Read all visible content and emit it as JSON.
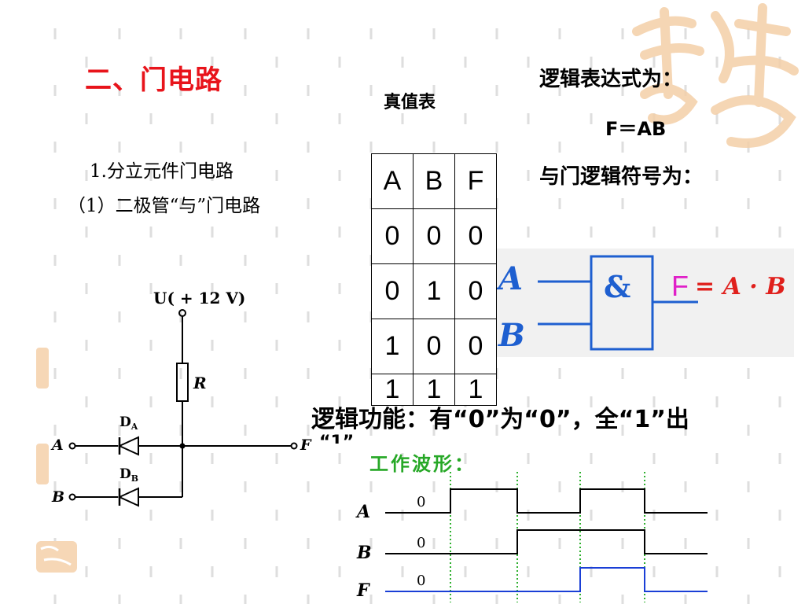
{
  "slide": {
    "title": "二、门电路",
    "subheading_1": "1.分立元件门电路",
    "subheading_2": "（1）二极管“与”门电路"
  },
  "truth_table": {
    "title": "真值表",
    "headers": [
      "A",
      "B",
      "F"
    ],
    "rows": [
      [
        "0",
        "0",
        "0"
      ],
      [
        "0",
        "1",
        "0"
      ],
      [
        "1",
        "0",
        "0"
      ],
      [
        "1",
        "1",
        "1"
      ]
    ]
  },
  "expression": {
    "label": "逻辑表达式为：",
    "formula": "F＝AB"
  },
  "gate_symbol": {
    "label": "与门逻辑符号为：",
    "input_a": "A",
    "input_b": "B",
    "gate_text": "&",
    "output": "F",
    "formula_rest": "= A · B"
  },
  "circuit": {
    "supply": "U( + 12 V)",
    "resistor": "R",
    "diode_a": "D",
    "diode_a_sub": "A",
    "diode_b": "D",
    "diode_b_sub": "B",
    "input_a": "A",
    "input_b": "B",
    "output": "F"
  },
  "logic_function": {
    "line1": "逻辑功能：有“0”为“0”，全“1”出",
    "line2": "“1”"
  },
  "waveform": {
    "title": "工作波形：",
    "signals": [
      {
        "name": "A",
        "initial": "0",
        "levels": [
          0,
          1,
          0,
          1,
          0
        ]
      },
      {
        "name": "B",
        "initial": "0",
        "levels": [
          0,
          0,
          1,
          1,
          0
        ]
      },
      {
        "name": "F",
        "initial": "0",
        "levels": [
          0,
          0,
          0,
          1,
          0
        ]
      }
    ],
    "colors": {
      "A": "#000000",
      "B": "#000000",
      "F": "#1a3fd6",
      "grid": "#2fb02f"
    }
  },
  "colors": {
    "title": "#e8141b",
    "gate_box": "#1e5fd0",
    "gate_output": "#e020c8",
    "formula": "#e0201c"
  }
}
